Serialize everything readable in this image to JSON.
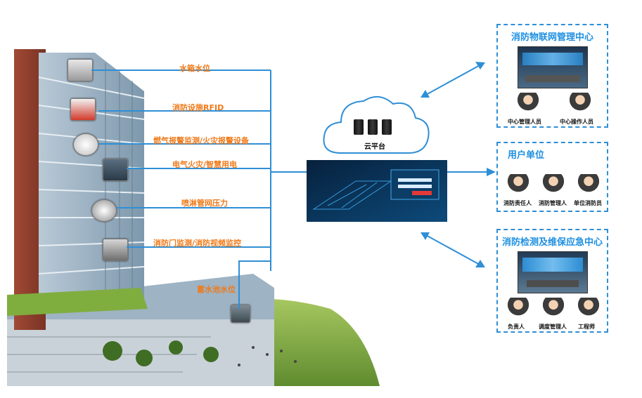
{
  "sensors": {
    "water_tank": "水箱水位",
    "facility_rfid": "消防设施RFID",
    "gas_fire_alarm": "燃气报警监测/火灾报警设备",
    "electrical_fire": "电气火灾/智慧用电",
    "sprinkler_pressure": "喷淋管网压力",
    "fire_door_video": "消防门监测/消防视频监控",
    "reservoir_level": "蓄水池水位"
  },
  "cloud": {
    "label": "云平台"
  },
  "panels": {
    "iot_center": {
      "title": "消防物联网管理中心",
      "people": [
        "中心管理人员",
        "中心操作人员"
      ]
    },
    "user_unit": {
      "title": "用户单位",
      "people": [
        "消防责任人",
        "消防管理人",
        "单位消防员"
      ]
    },
    "maintenance_center": {
      "title": "消防检测及维保应急中心",
      "people": [
        "负责人",
        "调度管理人",
        "工程师"
      ]
    }
  },
  "colors": {
    "line": "#2f8fd6",
    "label_orange": "#f07a1a",
    "panel_title": "#1e8fe0"
  }
}
